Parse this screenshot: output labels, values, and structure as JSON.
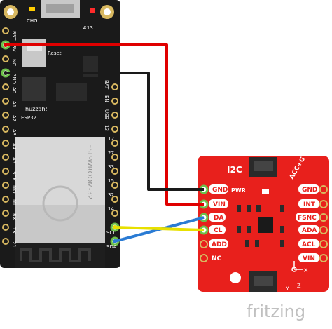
{
  "huzzah": {
    "left_pins": [
      "RST",
      "3V",
      "NC",
      "GND",
      "A0",
      "A1",
      "A2",
      "A3",
      "A4",
      "A5",
      "SCK",
      "MO",
      "MI",
      "RX",
      "TX",
      "21"
    ],
    "right_pins": [
      "BAT",
      "EN",
      "USB",
      "13",
      "12",
      "27",
      "33",
      "15",
      "32",
      "14",
      "SCL",
      "SDA"
    ],
    "chg_label": "CHG",
    "pin13_label": "#13",
    "reset_label": "Reset",
    "brand": "huzzah!",
    "esp_label": "ESP32",
    "module_label": "ESP-WROOM-32"
  },
  "sensor": {
    "title": "I2C",
    "pwr_label": "PWR",
    "left_pins": [
      "GND",
      "VIN",
      "DA",
      "CL",
      "ADD",
      "NC"
    ],
    "right_pins": [
      "GND",
      "INT",
      "FSNC",
      "ADA",
      "ACL",
      "VIN"
    ],
    "corner_text": "ACC+G",
    "axis_labels": [
      "Y",
      "X",
      "Z"
    ]
  },
  "wires": [
    {
      "name": "power-wire",
      "from": "3V",
      "to": "VIN",
      "color": "#e00000"
    },
    {
      "name": "ground-wire",
      "from": "GND",
      "to": "GND",
      "color": "#1a1a1a"
    },
    {
      "name": "sda-wire",
      "from": "SDA",
      "to": "DA",
      "color": "#2a7bd4"
    },
    {
      "name": "scl-wire",
      "from": "SCL",
      "to": "CL",
      "color": "#e8e000"
    }
  ],
  "watermark": "fritzing",
  "colors": {
    "board": "#1a1a1a",
    "breakout": "#e8201c",
    "pin_ring": "#6cc04a"
  }
}
